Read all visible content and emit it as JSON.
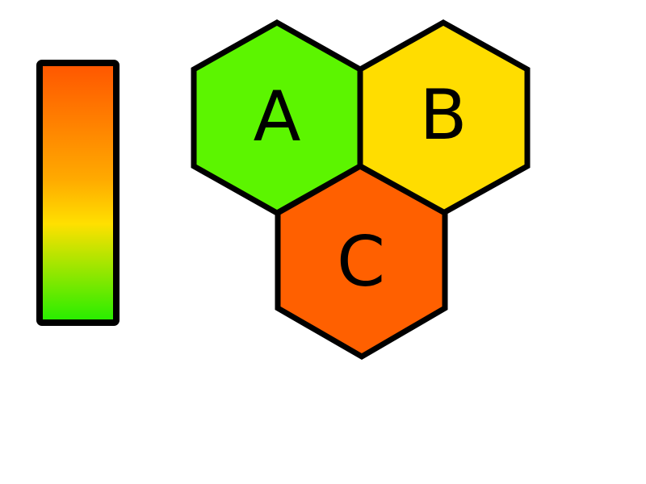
{
  "legend": {
    "gradient_stops": [
      {
        "offset": 0,
        "color": "#ff5500"
      },
      {
        "offset": 0.45,
        "color": "#ffaa00"
      },
      {
        "offset": 0.62,
        "color": "#ffe000"
      },
      {
        "offset": 1,
        "color": "#22ee00"
      }
    ],
    "border_color": "#000000"
  },
  "hexagons": [
    {
      "id": "a",
      "label": "A",
      "fill": "#5cf500"
    },
    {
      "id": "b",
      "label": "B",
      "fill": "#ffdd00"
    },
    {
      "id": "c",
      "label": "C",
      "fill": "#ff6000"
    }
  ],
  "stroke_color": "#000000"
}
